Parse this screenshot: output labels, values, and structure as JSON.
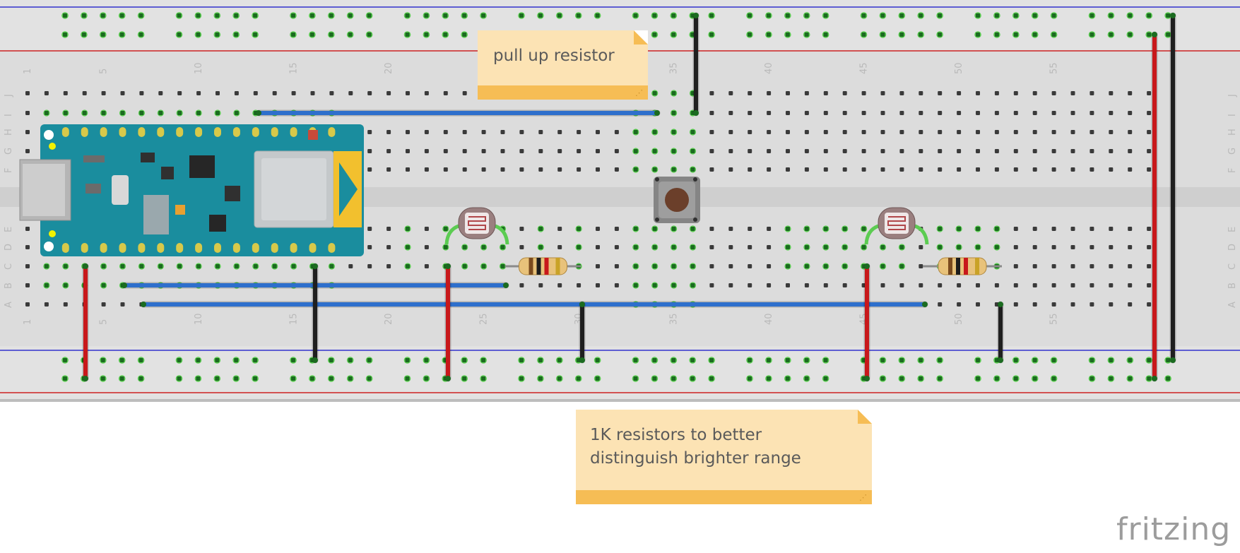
{
  "breadboard": {
    "column_labels": [
      "1",
      "5",
      "10",
      "15",
      "20",
      "25",
      "30",
      "35",
      "40",
      "45",
      "50",
      "55"
    ],
    "row_labels_top": [
      "J",
      "I",
      "H",
      "G",
      "F"
    ],
    "row_labels_bottom": [
      "E",
      "D",
      "C",
      "B",
      "A"
    ]
  },
  "components": {
    "microcontroller": "arduino-nano-board",
    "sensors": [
      "photoresistor",
      "photoresistor"
    ],
    "resistors": [
      "resistor",
      "resistor"
    ],
    "button": "pushbutton",
    "wire_colors": {
      "power": "#c8181b",
      "ground": "#1f1f1f",
      "signal": "#2e6fcc"
    }
  },
  "notes": {
    "pull_up": "pull up resistor",
    "one_k_line1": "1K resistors to better",
    "one_k_line2": "distinguish brighter range"
  },
  "logo": "fritzing"
}
